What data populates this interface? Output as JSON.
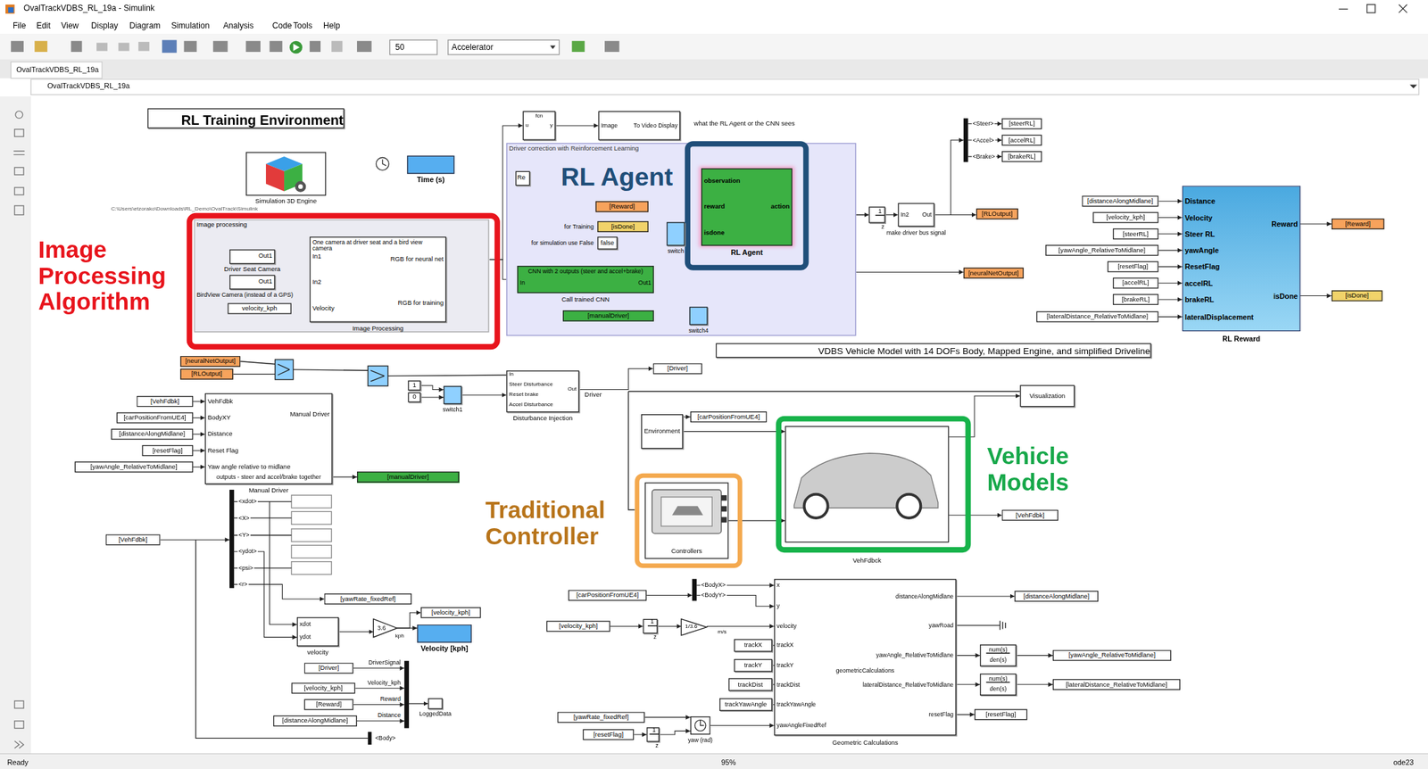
{
  "diagram": {
    "nodes": [
      {
        "text": [
          "RL Training Environment"
        ]
      },
      {
        "text": [
          "Simulation 3D Engine"
        ]
      },
      {
        "text": [
          "Time (s)"
        ]
      },
      {
        "text": [
          "Image Processing Algorithm"
        ]
      },
      {
        "text": [
          "Image processing"
        ],
        "in": 3
      },
      {
        "text": [
          "Out1",
          "Driver Seat Camera"
        ],
        "in": 4
      },
      {
        "text": [
          "Out1",
          "BirdView Camera (instead of a GPS)"
        ],
        "in": 4
      },
      {
        "text": [
          "velocity_kph"
        ],
        "in": 4
      },
      {
        "text": [
          "One camera at driver seat and a bird view camera",
          "In1",
          "In2",
          "Velocity",
          "RGB for neural net",
          "RGB for training",
          "Image Processing"
        ],
        "in": 4
      },
      {
        "text": [
          "u",
          "fcn",
          "y"
        ]
      },
      {
        "text": [
          "Image",
          "To Video Display"
        ]
      },
      {
        "text": [
          "Driver correction with Reinforcement Learning"
        ]
      },
      {
        "text": [
          "Re"
        ],
        "in": 11
      },
      {
        "text": [
          "RL Agent"
        ],
        "in": 11
      },
      {
        "text": [
          "observation",
          "reward",
          "isdone",
          "action",
          "RL Agent"
        ],
        "in": 13
      },
      {
        "text": [
          "[Reward]"
        ],
        "in": 11
      },
      {
        "text": [
          "[isDone]"
        ],
        "in": 11
      },
      {
        "text": [
          "false"
        ],
        "in": 11
      },
      {
        "text": [
          "switch"
        ],
        "in": 11
      },
      {
        "text": [
          "CNN with 2 outputs (steer and accel+brake)",
          "In",
          "Out1",
          "Call trained CNN"
        ],
        "in": 11
      },
      {
        "text": [
          "[manualDriver]"
        ],
        "in": 11
      },
      {
        "text": [
          "switch4"
        ],
        "in": 11
      },
      {
        "text": [
          "1",
          "z"
        ]
      },
      {
        "text": [
          "In2",
          "Out",
          "make driver bus signal"
        ]
      },
      {
        "text": [
          "<Steer>",
          "<Accel>",
          "<Brake>"
        ]
      },
      {
        "text": [
          "[steerRL]"
        ]
      },
      {
        "text": [
          "[accelRL]"
        ]
      },
      {
        "text": [
          "[brakeRL]"
        ]
      },
      {
        "text": [
          "[RLOutput]"
        ]
      },
      {
        "text": [
          "[neuralNetOutput]"
        ]
      },
      {
        "text": [
          "Distance",
          "Velocity",
          "Steer RL",
          "yawAngle",
          "ResetFlag",
          "accelRL",
          "brakeRL",
          "lateralDisplacement",
          "Reward",
          "isDone",
          "RL Reward"
        ]
      },
      {
        "text": [
          "[distanceAlongMidlane]"
        ]
      },
      {
        "text": [
          "[velocity_kph]"
        ]
      },
      {
        "text": [
          "[steerRL]"
        ]
      },
      {
        "text": [
          "[yawAngle_RelativeToMidlane]"
        ]
      },
      {
        "text": [
          "[resetFlag]"
        ]
      },
      {
        "text": [
          "[accelRL]"
        ]
      },
      {
        "text": [
          "[brakeRL]"
        ]
      },
      {
        "text": [
          "[lateralDistance_RelativeToMidlane]"
        ]
      },
      {
        "text": [
          "[Reward]"
        ]
      },
      {
        "text": [
          "[isDone]"
        ]
      },
      {
        "text": [
          "[neuralNetOutput]"
        ]
      },
      {
        "text": [
          "[RLOutput]"
        ]
      },
      {
        "text": [
          "VehFdbk",
          "BodyXY",
          "Distance",
          "Reset Flag",
          "Yaw angle relative to midlane",
          "Manual Driver",
          "outputs - steer and accel/brake together",
          "Manual Driver"
        ]
      },
      {
        "text": [
          "[VehFdbk]"
        ]
      },
      {
        "text": [
          "[carPositionFromUE4]"
        ]
      },
      {
        "text": [
          "[distanceAlongMidlane]"
        ]
      },
      {
        "text": [
          "[resetFlag]"
        ]
      },
      {
        "text": [
          "[yawAngle_RelativeToMidlane]"
        ]
      },
      {
        "text": [
          "[manualDriver]"
        ]
      },
      {
        "text": [
          "1"
        ]
      },
      {
        "text": [
          "0"
        ]
      },
      {
        "text": [
          "switch1"
        ]
      },
      {
        "text": [
          "In",
          "Steer Disturbance",
          "Reset brake",
          "Accel Disturbance",
          "Out",
          "Disturbance Injection"
        ]
      },
      {
        "text": [
          "VDBS Vehicle Model with 14 DOFs Body, Mapped Engine, and simplified Driveline"
        ]
      },
      {
        "text": [
          "[Driver]"
        ]
      },
      {
        "text": [
          "Visualization"
        ]
      },
      {
        "text": [
          "Environment"
        ]
      },
      {
        "text": [
          "[carPositionFromUE4]"
        ]
      },
      {
        "text": [
          "Vehicle Models"
        ]
      },
      {
        "text": [
          "VehFdbck"
        ],
        "in": 59
      },
      {
        "text": [
          "[VehFdbk]"
        ]
      },
      {
        "text": [
          "Traditional Controller"
        ]
      },
      {
        "text": [
          "Controllers"
        ],
        "in": 62
      },
      {
        "text": [
          "<xdot>",
          "<X>",
          "<Y>",
          "<ydot>",
          "<psi>",
          "<r>"
        ]
      },
      {
        "text": [
          "[VehFdbk]"
        ]
      },
      {
        "text": [
          "[yawRate_fixedRef]"
        ]
      },
      {
        "text": [
          "xdot",
          "ydot",
          "velocity"
        ]
      },
      {
        "text": [
          "3.6"
        ]
      },
      {
        "text": [
          "[velocity_kph]"
        ]
      },
      {
        "text": [
          "Velocity [kph]"
        ]
      },
      {
        "text": [
          "DriverSignal",
          "Velocity_kph",
          "Reward",
          "Distance"
        ]
      },
      {
        "text": [
          "LoggedData"
        ]
      },
      {
        "text": [
          "[Driver]"
        ]
      },
      {
        "text": [
          "[velocity_kph]"
        ]
      },
      {
        "text": [
          "[Reward]"
        ]
      },
      {
        "text": [
          "[distanceAlongMidlane]"
        ]
      },
      {
        "text": [
          "<Body>"
        ]
      },
      {
        "text": [
          "x",
          "y",
          "velocity",
          "trackX",
          "trackY",
          "trackDist",
          "trackYawAngle",
          "yawAngleFixedRef",
          "distanceAlongMidlane",
          "yawRoad",
          "yawAngle_RelativeToMidlane",
          "geometricCalculations",
          "lateralDistance_RelativeToMidlane",
          "resetFlag",
          "Geometric Calculations"
        ]
      },
      {
        "text": [
          "[carPositionFromUE4]"
        ]
      },
      {
        "text": [
          "<BodyX>",
          "<BodyY>"
        ]
      },
      {
        "text": [
          "[velocity_kph]"
        ]
      },
      {
        "text": [
          "1",
          "z"
        ]
      },
      {
        "text": [
          "1/3.6"
        ]
      },
      {
        "text": [
          "trackX"
        ]
      },
      {
        "text": [
          "trackY"
        ]
      },
      {
        "text": [
          "trackDist"
        ]
      },
      {
        "text": [
          "trackYawAngle"
        ]
      },
      {
        "text": [
          "[yawRate_fixedRef]"
        ]
      },
      {
        "text": [
          "[resetFlag]"
        ]
      },
      {
        "text": [
          "yaw (rad)"
        ]
      },
      {
        "text": [
          "1",
          "z"
        ]
      },
      {
        "text": [
          "num(s)",
          "den(s)"
        ]
      },
      {
        "text": [
          "num(s)",
          "den(s)"
        ]
      },
      {
        "text": [
          "[distanceAlongMidlane]"
        ]
      },
      {
        "text": [
          "[yawAngle_RelativeToMidlane]"
        ]
      },
      {
        "text": [
          "[lateralDistance_RelativeToMidlane]"
        ]
      },
      {
        "text": [
          "[resetFlag]"
        ]
      }
    ],
    "edges": [
      {
        "from": 5,
        "to": 8,
        "arrow": "to"
      },
      {
        "from": 6,
        "to": 8,
        "arrow": "to"
      },
      {
        "from": 7,
        "to": 8,
        "arrow": "to"
      },
      {
        "from": 8,
        "to": 9,
        "arrow": "to"
      },
      {
        "from": 8,
        "to": 19,
        "arrow": "to"
      },
      {
        "from": 9,
        "to": 10,
        "arrow": "to"
      },
      {
        "from": 15,
        "to": 14,
        "arrow": "to"
      },
      {
        "from": 16,
        "to": 18,
        "arrow": "to"
      },
      {
        "from": 17,
        "to": 18,
        "arrow": "to"
      },
      {
        "from": 18,
        "to": 14,
        "arrow": "to"
      },
      {
        "from": 14,
        "to": 22,
        "arrow": "to"
      },
      {
        "from": 22,
        "to": 23,
        "arrow": "to"
      },
      {
        "from": 23,
        "to": 28,
        "arrow": "to"
      },
      {
        "from": 23,
        "to": 24,
        "arrow": "to"
      },
      {
        "from": 24,
        "to": 25,
        "arrow": "to"
      },
      {
        "from": 24,
        "to": 26,
        "arrow": "to"
      },
      {
        "from": 24,
        "to": 27,
        "arrow": "to"
      },
      {
        "from": 19,
        "to": 29,
        "arrow": "to"
      },
      {
        "from": 19,
        "to": 21,
        "arrow": "to"
      },
      {
        "from": 20,
        "to": 21,
        "arrow": "to"
      },
      {
        "from": 31,
        "to": 30,
        "arrow": "to"
      },
      {
        "from": 32,
        "to": 30,
        "arrow": "to"
      },
      {
        "from": 33,
        "to": 30,
        "arrow": "to"
      },
      {
        "from": 34,
        "to": 30,
        "arrow": "to"
      },
      {
        "from": 35,
        "to": 30,
        "arrow": "to"
      },
      {
        "from": 36,
        "to": 30,
        "arrow": "to"
      },
      {
        "from": 37,
        "to": 30,
        "arrow": "to"
      },
      {
        "from": 38,
        "to": 30,
        "arrow": "to"
      },
      {
        "from": 30,
        "to": 39,
        "arrow": "to"
      },
      {
        "from": 30,
        "to": 40,
        "arrow": "to"
      },
      {
        "from": 44,
        "to": 43,
        "arrow": "to"
      },
      {
        "from": 45,
        "to": 43,
        "arrow": "to"
      },
      {
        "from": 46,
        "to": 43,
        "arrow": "to"
      },
      {
        "from": 47,
        "to": 43,
        "arrow": "to"
      },
      {
        "from": 48,
        "to": 43,
        "arrow": "to"
      },
      {
        "from": 43,
        "to": 49,
        "arrow": "to"
      },
      {
        "from": 50,
        "to": 52,
        "arrow": "to"
      },
      {
        "from": 51,
        "to": 52,
        "arrow": "to"
      },
      {
        "from": 52,
        "to": 53,
        "arrow": "to"
      },
      {
        "from": 53,
        "to": 55,
        "label": "Driver",
        "arrow": "to"
      },
      {
        "from": 57,
        "to": 58,
        "arrow": "to"
      },
      {
        "from": 57,
        "to": 60,
        "arrow": "to"
      },
      {
        "from": 63,
        "to": 60,
        "arrow": "to"
      },
      {
        "from": 60,
        "to": 61,
        "arrow": "to"
      },
      {
        "from": 60,
        "to": 56,
        "arrow": "to"
      },
      {
        "from": 65,
        "to": 64,
        "arrow": "to"
      },
      {
        "from": 64,
        "to": 66,
        "arrow": "to"
      },
      {
        "from": 64,
        "to": 67,
        "arrow": "to"
      },
      {
        "from": 64,
        "to": 67,
        "arrow": "to"
      },
      {
        "from": 67,
        "to": 68,
        "arrow": "to"
      },
      {
        "from": 68,
        "to": 69,
        "arrow": "to"
      },
      {
        "from": 68,
        "to": 70,
        "arrow": "to"
      },
      {
        "from": 73,
        "to": 71,
        "arrow": "to"
      },
      {
        "from": 74,
        "to": 71,
        "arrow": "to"
      },
      {
        "from": 75,
        "to": 71,
        "arrow": "to"
      },
      {
        "from": 76,
        "to": 71,
        "arrow": "to"
      },
      {
        "from": 71,
        "to": 72,
        "arrow": "to"
      },
      {
        "from": 79,
        "to": 80,
        "arrow": "to"
      },
      {
        "from": 80,
        "to": 78,
        "arrow": "to"
      },
      {
        "from": 80,
        "to": 78,
        "arrow": "to"
      },
      {
        "from": 81,
        "to": 82,
        "arrow": "to"
      },
      {
        "from": 82,
        "to": 83,
        "arrow": "to"
      },
      {
        "from": 83,
        "to": 78,
        "arrow": "to"
      },
      {
        "from": 84,
        "to": 78,
        "arrow": "to"
      },
      {
        "from": 85,
        "to": 78,
        "arrow": "to"
      },
      {
        "from": 86,
        "to": 78,
        "arrow": "to"
      },
      {
        "from": 87,
        "to": 78,
        "arrow": "to"
      },
      {
        "from": 88,
        "to": 90,
        "arrow": "to"
      },
      {
        "from": 89,
        "to": 91,
        "arrow": "to"
      },
      {
        "from": 91,
        "to": 90,
        "arrow": "to"
      },
      {
        "from": 90,
        "to": 78,
        "arrow": "to"
      },
      {
        "from": 78,
        "to": 94,
        "arrow": "to"
      },
      {
        "from": 78,
        "to": 92,
        "arrow": "to"
      },
      {
        "from": 92,
        "to": 95,
        "arrow": "to"
      },
      {
        "from": 78,
        "to": 93,
        "arrow": "to"
      },
      {
        "from": 93,
        "to": 96,
        "arrow": "to"
      },
      {
        "from": 78,
        "to": 97,
        "arrow": "to"
      }
    ],
    "labels": [
      "OvalTrackVDBS_RL_19a - Simulink",
      "File",
      "Edit",
      "View",
      "Display",
      "Diagram",
      "Simulation",
      "Analysis",
      "Code",
      "Tools",
      "Help",
      "50",
      "Accelerator",
      "OvalTrackVDBS_RL_19a",
      "OvalTrackVDBS_RL_19a",
      "C:\\Users\\etzorako\\Downloads\\RL_Demo\\OvalTrack\\Simulink",
      "what the RL Agent or the CNN sees",
      "for Training",
      "for simulation use False",
      "kph",
      "m/s",
      "Ready",
      "95%",
      "ode23"
    ]
  }
}
